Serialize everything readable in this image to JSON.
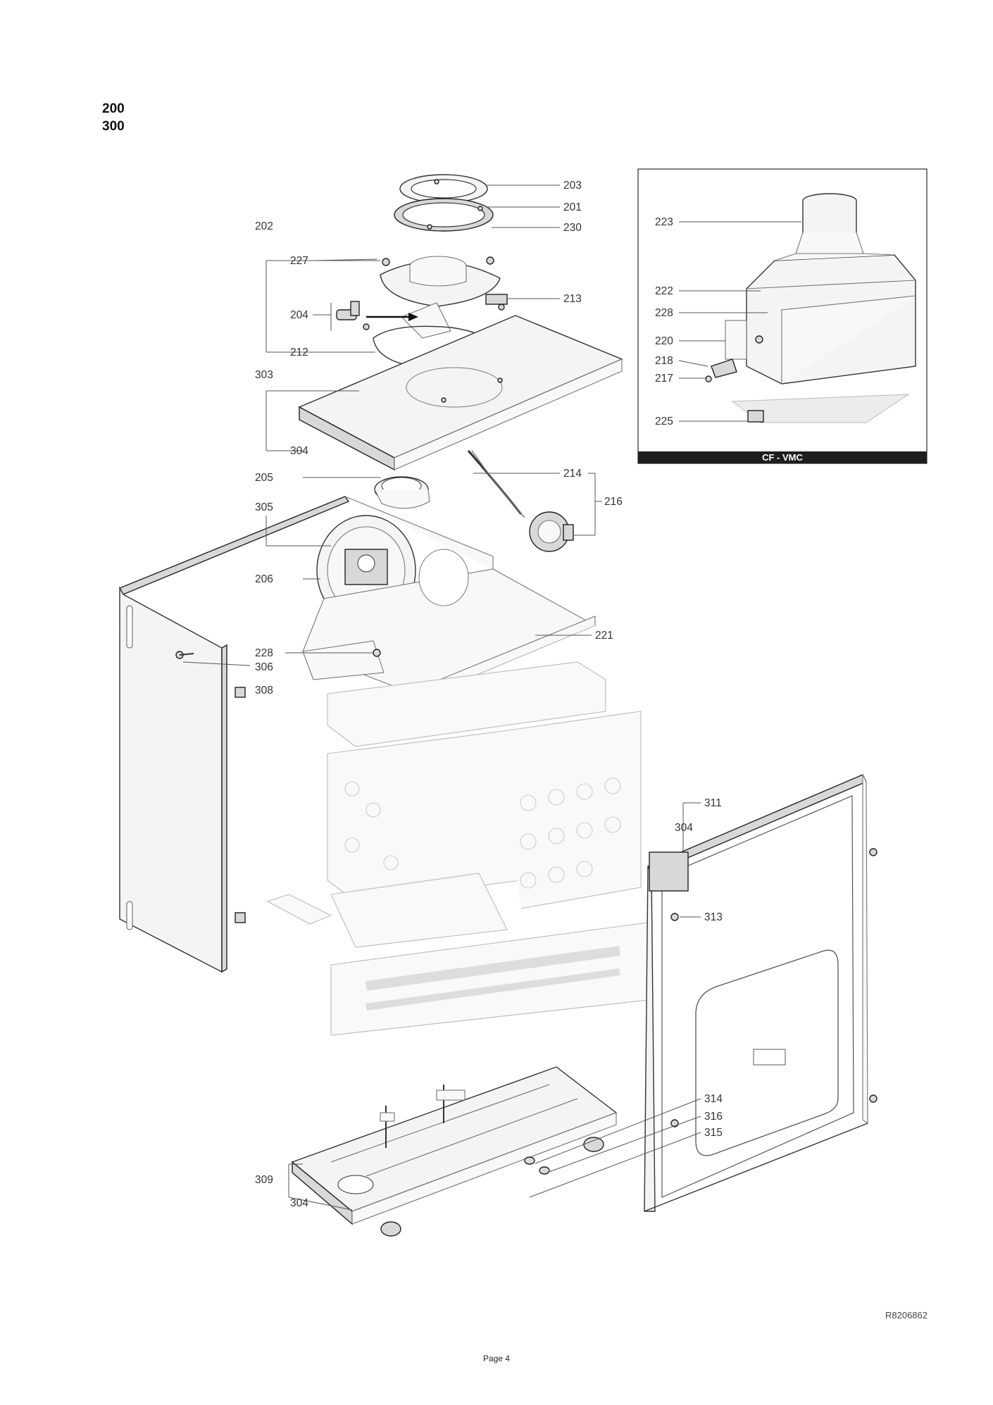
{
  "header": {
    "models": [
      "200",
      "300"
    ]
  },
  "inset": {
    "caption": "CF - VMC"
  },
  "callouts": {
    "c203": "203",
    "c201": "201",
    "c230": "230",
    "c202": "202",
    "c227": "227",
    "c213": "213",
    "c204": "204",
    "c212": "212",
    "c303": "303",
    "c304a": "304",
    "c205": "205",
    "c214": "214",
    "c216": "216",
    "c305": "305",
    "c206": "206",
    "c221": "221",
    "c228a": "228",
    "c306": "306",
    "c308": "308",
    "c311": "311",
    "c304b": "304",
    "c313": "313",
    "c314": "314",
    "c316": "316",
    "c315": "315",
    "c309": "309",
    "c304c": "304",
    "c223": "223",
    "c222": "222",
    "c228b": "228",
    "c220": "220",
    "c218": "218",
    "c217": "217",
    "c225": "225"
  },
  "footer": {
    "reference": "R8206862",
    "page": "Page 4"
  }
}
